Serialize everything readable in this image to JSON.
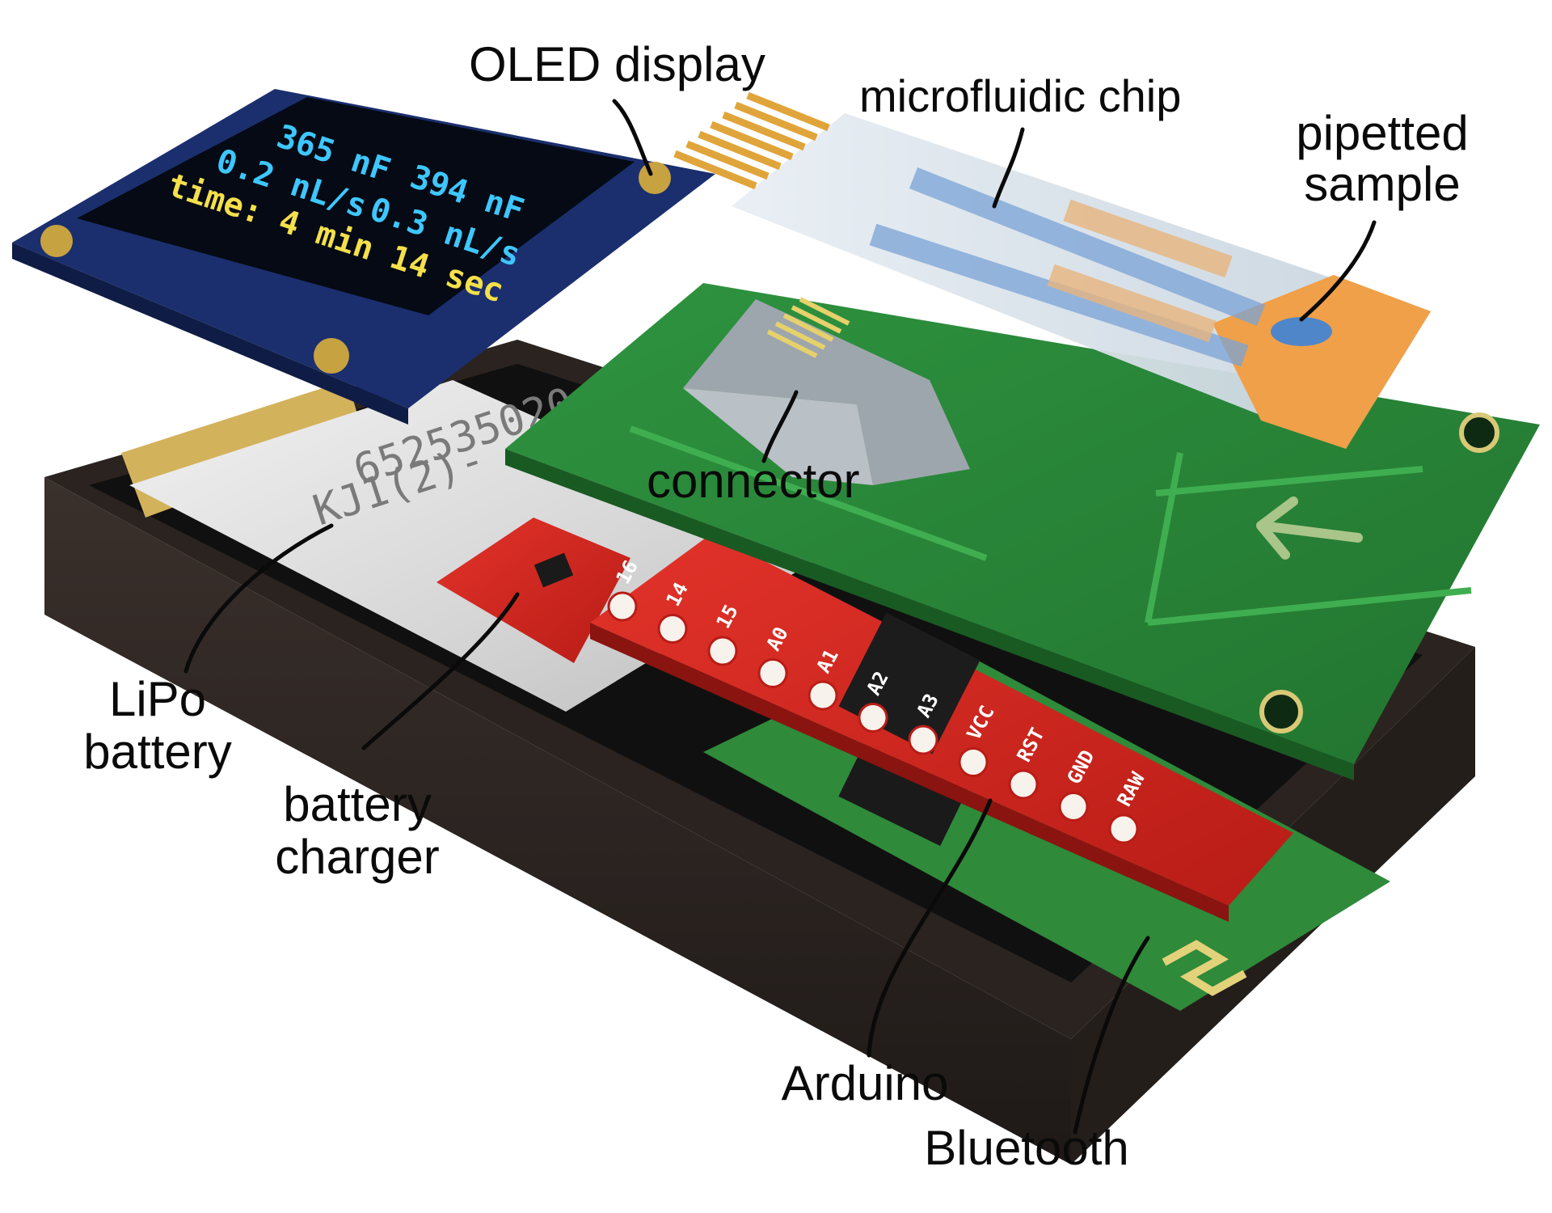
{
  "labels": {
    "oled_display": "OLED display",
    "microfluidic_chip": "microfluidic chip",
    "pipetted_sample_line1": "pipetted",
    "pipetted_sample_line2": "sample",
    "connector": "connector",
    "lipo_battery_line1": "LiPo",
    "lipo_battery_line2": "battery",
    "battery_charger_line1": "battery",
    "battery_charger_line2": "charger",
    "arduino": "Arduino",
    "bluetooth": "Bluetooth"
  },
  "oled_screen": {
    "left_top": "365 nF",
    "left_bottom": "0.2 nL/s",
    "right_top": "394 nF",
    "right_bottom": "0.3 nL/s",
    "time": "time: 4 min 14 sec"
  },
  "battery_print": {
    "line1": "652535020",
    "line2": "KJ1(2)-"
  },
  "arduino_pins": [
    "16",
    "14",
    "15",
    "A0",
    "A1",
    "A2",
    "A3",
    "VCC",
    "RST",
    "GND",
    "RAW"
  ],
  "colors": {
    "enclosure": "#2e2623",
    "pcb_green": "#2f8f3a",
    "arduino_red": "#d8261e",
    "oled_pcb": "#1b2f6e",
    "sample_orange": "#f0a048",
    "lipo_silver": "#d9d9d9"
  }
}
